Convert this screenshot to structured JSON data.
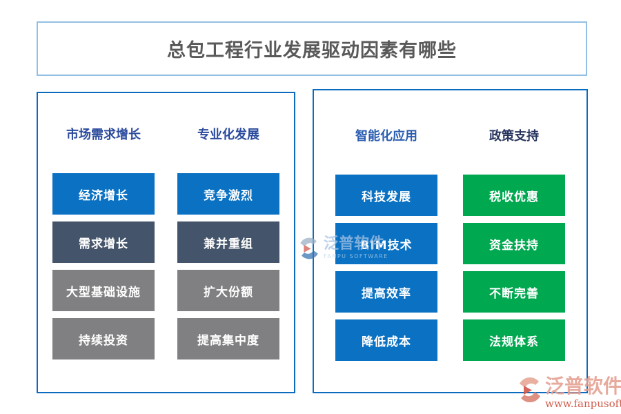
{
  "page": {
    "title": "总包工程行业发展驱动因素有哪些",
    "title_color": "#595959"
  },
  "colors": {
    "title_border": "#92bfe3",
    "panel_border": "#0b6bbe",
    "blue": "#0a71c3",
    "slate": "#44546a",
    "gray": "#808082",
    "green": "#00a850",
    "header_blue": "#2b4b9d",
    "header_light_blue": "#2a5db0",
    "header_navy": "#27355e"
  },
  "panels": [
    {
      "columns": [
        {
          "header": "市场需求增长",
          "header_color": "#2b4b9d",
          "items": [
            {
              "label": "经济增长",
              "bg": "#0a71c3"
            },
            {
              "label": "需求增长",
              "bg": "#44546a"
            },
            {
              "label": "大型基础设施",
              "bg": "#808082"
            },
            {
              "label": "持续投资",
              "bg": "#808082"
            }
          ]
        },
        {
          "header": "专业化发展",
          "header_color": "#2b4b9d",
          "items": [
            {
              "label": "竞争激烈",
              "bg": "#0a71c3"
            },
            {
              "label": "兼并重组",
              "bg": "#44546a"
            },
            {
              "label": "扩大份额",
              "bg": "#808082"
            },
            {
              "label": "提高集中度",
              "bg": "#808082"
            }
          ]
        }
      ]
    },
    {
      "columns": [
        {
          "header": "智能化应用",
          "header_color": "#2a5db0",
          "items": [
            {
              "label": "科技发展",
              "bg": "#0a71c3"
            },
            {
              "label": "BIM技术",
              "bg": "#0a71c3"
            },
            {
              "label": "提高效率",
              "bg": "#0a71c3"
            },
            {
              "label": "降低成本",
              "bg": "#0a71c3"
            }
          ]
        },
        {
          "header": "政策支持",
          "header_color": "#27355e",
          "items": [
            {
              "label": "税收优惠",
              "bg": "#00a850"
            },
            {
              "label": "资金扶持",
              "bg": "#00a850"
            },
            {
              "label": "不断完善",
              "bg": "#00a850"
            },
            {
              "label": "法规体系",
              "bg": "#00a850"
            }
          ]
        }
      ]
    }
  ],
  "watermarks": {
    "center": {
      "brand": "泛普软件",
      "sub": "FANPU SOFTWARE"
    },
    "corner": {
      "brand": "泛普软件",
      "url": "www.fanpusoft.com"
    }
  }
}
